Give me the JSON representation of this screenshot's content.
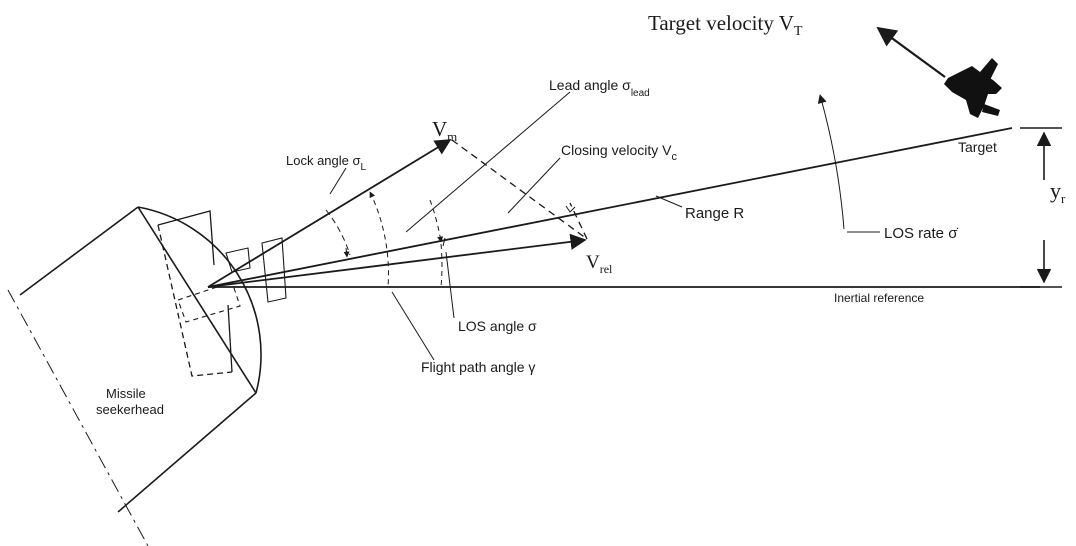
{
  "labels": {
    "target_velocity": "Target velocity V",
    "target_velocity_sub": "T",
    "lead_angle": "Lead angle σ",
    "lead_angle_sub": "lead",
    "lock_angle": "Lock angle σ",
    "lock_angle_sub": "L",
    "vm": "V",
    "vm_sub": "m",
    "closing_velocity": "Closing velocity V",
    "closing_velocity_sub": "c",
    "target": "Target",
    "range": "Range R",
    "los_rate": "LOS rate σ̇",
    "y_r": "y",
    "y_r_sub": "r",
    "v_rel": "V",
    "v_rel_sub": "rel",
    "inertial_reference": "Inertial reference",
    "los_angle": "LOS angle σ",
    "flight_path_angle": "Flight path angle γ",
    "missile_line1": "Missile",
    "missile_line2": "seekerhead"
  }
}
